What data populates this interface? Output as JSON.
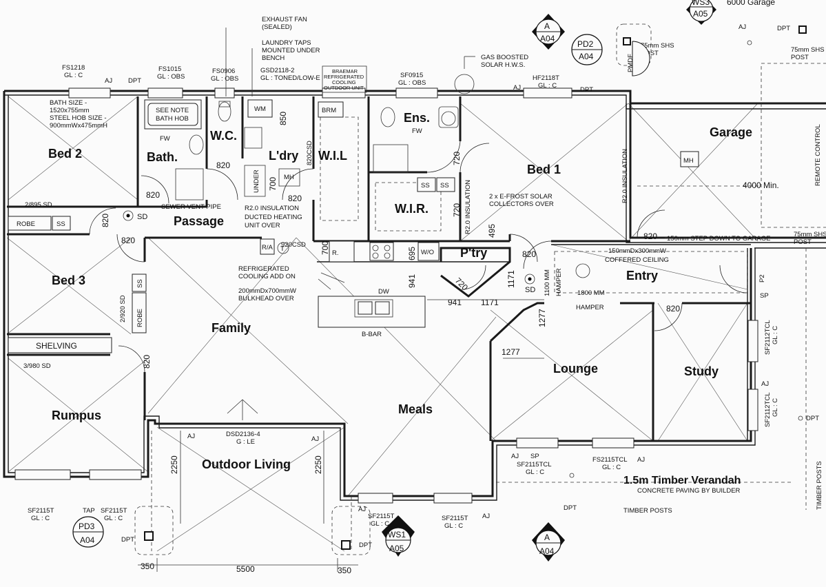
{
  "rooms": {
    "bed2": "Bed 2",
    "bath": "Bath.",
    "wc": "W.C.",
    "ldry": "L'dry",
    "wil": "W.I.L",
    "ens": "Ens.",
    "bed1": "Bed 1",
    "garage": "Garage",
    "wir": "W.I.R.",
    "passage": "Passage",
    "bed3": "Bed 3",
    "pantry": "P'try",
    "entry": "Entry",
    "family": "Family",
    "meals": "Meals",
    "lounge": "Lounge",
    "study": "Study",
    "rumpus": "Rumpus",
    "outdoor": "Outdoor Living",
    "verandah": "1.5m Timber Verandah"
  },
  "notes": {
    "exhaust_fan_1": "EXHAUST FAN",
    "exhaust_fan_2": "(SEALED)",
    "laundry_taps_1": "LAUNDRY TAPS",
    "laundry_taps_2": "MOUNTED UNDER",
    "laundry_taps_3": "BENCH",
    "braemar_1": "BRAEMAR",
    "braemar_2": "REFRIGERATED",
    "braemar_3": "COOLING",
    "braemar_4": "OUTDOOR UNIT",
    "gas_1": "GAS BOOSTED",
    "gas_2": "SOLAR H.W.S.",
    "shs_1": "75mm SHS",
    "shs_1b": "POST",
    "shs_2": "75mm SHS",
    "shs_2b": "POST",
    "shs_3": "75mm SHS",
    "shs_3b": "POST",
    "bath_size_1": "BATH SIZE -",
    "bath_size_2": "1520x755mm",
    "bath_size_3": "STEEL HOB SIZE -",
    "bath_size_4": "900mmWx475mmH",
    "see_note_1": "SEE NOTE",
    "see_note_2": "BATH HOB",
    "sewer_vent": "SEWER VENT PIPE",
    "r20_ins": "R2.0 INSULATION",
    "ducted_1": "DUCTED HEATING",
    "ducted_2": "UNIT OVER",
    "r20_ins_v": "R2.0 INSULATION",
    "r20_ins_v2": "R2.0 INSULATION",
    "solar_1": "2 x E-FROST SOLAR",
    "solar_2": "COLLECTORS OVER",
    "remote": "REMOTE CONTROL",
    "garage_width": "4000 Min.",
    "step_down": "150mm STEP DOWN TO GARAGE",
    "coffered_1": "150mmDx300mmW",
    "coffered_2": "COFFERED CEILING",
    "hamper_v": "HAMPER",
    "hamper": "HAMPER",
    "hamper_size": "1800 MM",
    "hamper_size_v": "1100 MM",
    "refrig_1": "REFRIGERATED",
    "refrig_2": "COOLING ADD ON",
    "bulkhead_1": "200mmDx700mmW",
    "bulkhead_2": "BULKHEAD OVER",
    "dw": "DW",
    "bbar": "B-BAR",
    "csd_920": "920CSD",
    "csd_820": "820CSD",
    "robe": "ROBE",
    "robe_v": "ROBE",
    "ss": "SS",
    "ss_v": "SS",
    "ss_wir1": "SS",
    "ss_wir2": "SS",
    "shelving": "SHELVING",
    "sd_2895": "2/895 SD",
    "sd_2920": "2/920 SD",
    "sd_3980": "3/980 SD",
    "sd_passage": "SD",
    "sd_entry": "SD",
    "fw_bath": "FW",
    "fw_ens": "FW",
    "wm": "WM",
    "mh_ldry": "MH",
    "mh_garage": "MH",
    "under": "UNDER",
    "brm": "BRM",
    "wo": "W/O",
    "r_label": "R.",
    "ra": "R/A",
    "concrete": "CONCRETE PAVING BY BUILDER",
    "timber_posts": "TIMBER POSTS",
    "timber_posts_v": "TIMBER POSTS",
    "dsd_1": "DSD2136-4",
    "dsd_2": "G : LE",
    "p2": "P2",
    "sp_entry": "SP",
    "sp_lounge": "SP",
    "tap": "TAP"
  },
  "windows": {
    "fs1218": "FS1218",
    "fs1218_gl": "GL : C",
    "fs1015": "FS1015",
    "fs1015_gl": "GL : OBS",
    "fs0906": "FS0906",
    "fs0906_gl": "GL : OBS",
    "gsd": "GSD2118-2",
    "gsd_gl": "GL : TONED/LOW-E",
    "sf0915": "SF0915",
    "sf0915_gl": "GL : OBS",
    "hf2118": "HF2118T",
    "hf2118_gl": "GL : C",
    "sf2112a": "SF2112TCL",
    "sf2112a_gl": "GL : C",
    "sf2112b": "SF2112TCL",
    "sf2112b_gl": "GL : C",
    "sf2115tcl_a": "SF2115TCL",
    "sf2115tcl_a_gl": "GL : C",
    "fs2115": "FS2115TCL",
    "fs2115_gl": "GL : C",
    "sf2115t_a": "SF2115T",
    "sf2115t_a_gl": "GL : C",
    "sf2115t_b": "SF2115T",
    "sf2115t_b_gl": "GL : C",
    "sf2115t_c": "SF2115T",
    "sf2115t_c_gl": "GL : C",
    "sf2115t_d": "SF2115T",
    "sf2115t_d_gl": "GL : C"
  },
  "markers": {
    "ws3_top": "WS3",
    "ws3_bot": "A05",
    "a_top1": "A",
    "a_bot1": "A04",
    "pd2_top": "PD2",
    "pd2_bot": "A04",
    "pd3_top": "PD3",
    "pd3_bot": "A04",
    "ws1_top": "WS1",
    "ws1_bot": "A05",
    "a_top2": "A",
    "a_bot2": "A04",
    "pmdf": "PMDF",
    "garage_top": "6000 Garage",
    "aj": "AJ",
    "dpt": "DPT"
  },
  "dimensions": {
    "d850": "850",
    "d820_wc": "820",
    "d700": "700",
    "d820_ldry": "820",
    "d820_bath": "820",
    "d720_ens": "720",
    "d720_wir": "720",
    "d495": "495",
    "d820_bed2": "820",
    "d820_bed3": "820",
    "d820_rumpus": "820",
    "d700_kit": "700",
    "d695": "695",
    "d941_v": "941",
    "d941_h": "941",
    "d1171_h": "1171",
    "d1171_v": "1171",
    "d720_pt": "720",
    "d820_entry": "820",
    "d820_study": "820",
    "d820_garage": "820",
    "d1277_v": "1277",
    "d1277_h": "1277",
    "d2250_l": "2250",
    "d2250_r": "2250",
    "d350_l": "350",
    "d5500": "5500",
    "d350_r": "350"
  }
}
